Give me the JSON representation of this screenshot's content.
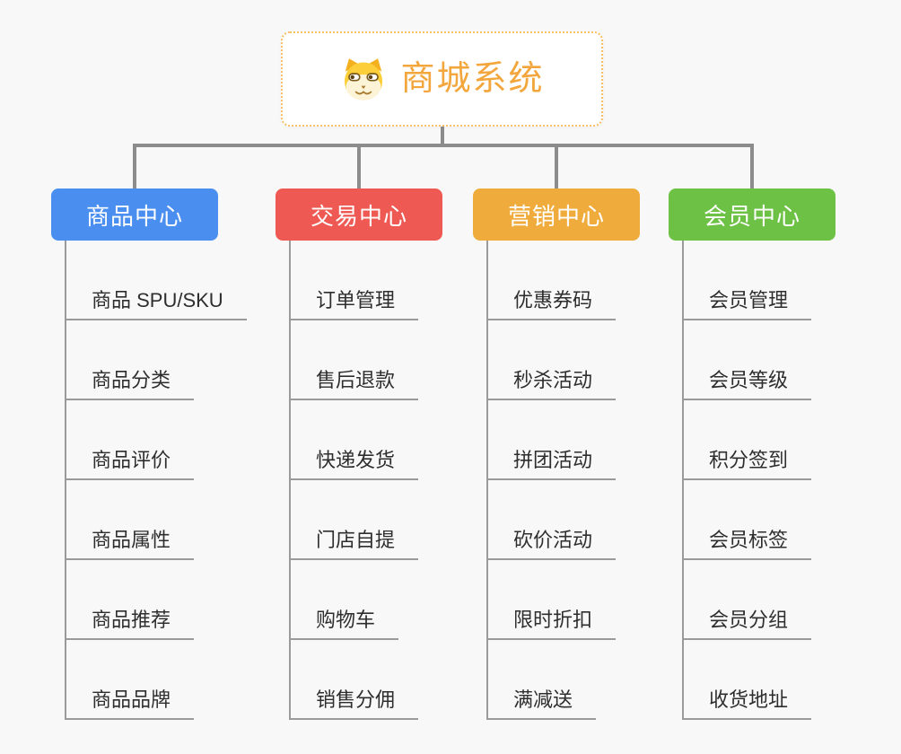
{
  "canvas": {
    "background": "#f8f8f8"
  },
  "root": {
    "title": "商城系统",
    "icon": "dog-face-icon",
    "text_color": "#f2a63c",
    "border_color": "#f7be62"
  },
  "connector_color": "#8c8c8c",
  "leaf_line_color": "#9a9a9a",
  "branches": [
    {
      "label": "商品中心",
      "color": "#4a8fef",
      "children": [
        "商品 SPU/SKU",
        "商品分类",
        "商品评价",
        "商品属性",
        "商品推荐",
        "商品品牌"
      ]
    },
    {
      "label": "交易中心",
      "color": "#ee5a53",
      "children": [
        "订单管理",
        "售后退款",
        "快递发货",
        "门店自提",
        "购物车",
        "销售分佣"
      ]
    },
    {
      "label": "营销中心",
      "color": "#efac3d",
      "children": [
        "优惠券码",
        "秒杀活动",
        "拼团活动",
        "砍价活动",
        "限时折扣",
        "满减送"
      ]
    },
    {
      "label": "会员中心",
      "color": "#6dc145",
      "children": [
        "会员管理",
        "会员等级",
        "积分签到",
        "会员标签",
        "会员分组",
        "收货地址"
      ]
    }
  ]
}
